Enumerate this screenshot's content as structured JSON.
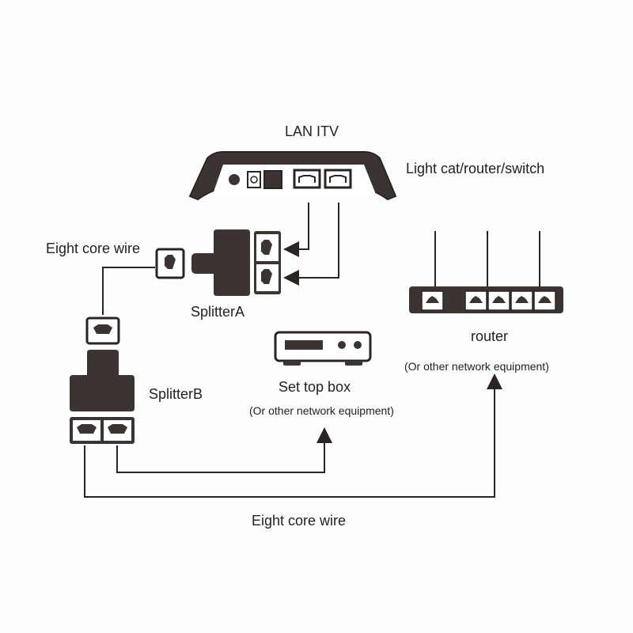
{
  "labels": {
    "lan_itv": "LAN ITV",
    "light_cat": "Light cat/router/switch",
    "eight_core_wire_top": "Eight core wire",
    "splitter_a": "SplitterA",
    "splitter_b": "SplitterB",
    "set_top_box": "Set top box",
    "set_top_box_sub": "(Or other network equipment)",
    "router": "router",
    "router_sub": "(Or other network equipment)",
    "eight_core_wire_bottom": "Eight core wire"
  },
  "colors": {
    "ink": "#2a2523",
    "device_fill": "#3b3432",
    "port_fill": "#ffffff",
    "background": "#fdfdfd"
  }
}
